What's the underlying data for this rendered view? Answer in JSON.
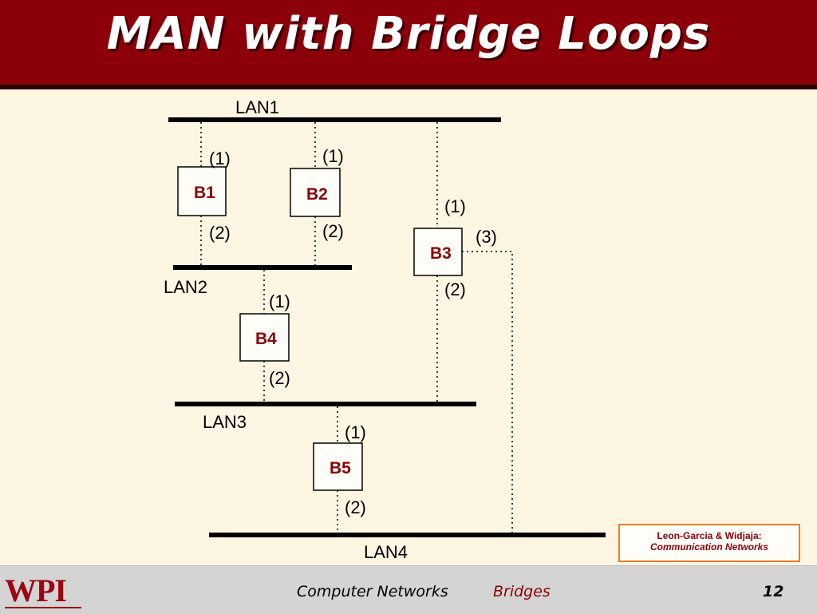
{
  "slide": {
    "title": "MAN with Bridge Loops"
  },
  "diagram": {
    "lans": [
      "LAN1",
      "LAN2",
      "LAN3",
      "LAN4"
    ],
    "bridges": [
      "B1",
      "B2",
      "B3",
      "B4",
      "B5"
    ],
    "ports": {
      "b1_p1": "(1)",
      "b1_p2": "(2)",
      "b2_p1": "(1)",
      "b2_p2": "(2)",
      "b3_p1": "(1)",
      "b3_p2": "(2)",
      "b3_p3": "(3)",
      "b4_p1": "(1)",
      "b4_p2": "(2)",
      "b5_p1": "(1)",
      "b5_p2": "(2)"
    }
  },
  "citation": {
    "authors": "Leon-Garcia & Widjaja:",
    "book": "Communication Networks"
  },
  "footer": {
    "logo": "WPI",
    "course": "Computer Networks",
    "topic": "Bridges",
    "page": "12"
  },
  "colors": {
    "header": "#8b0009",
    "background": "#fdf6e3",
    "bridge_label": "#8b0009",
    "citation_border": "#f07d20"
  }
}
